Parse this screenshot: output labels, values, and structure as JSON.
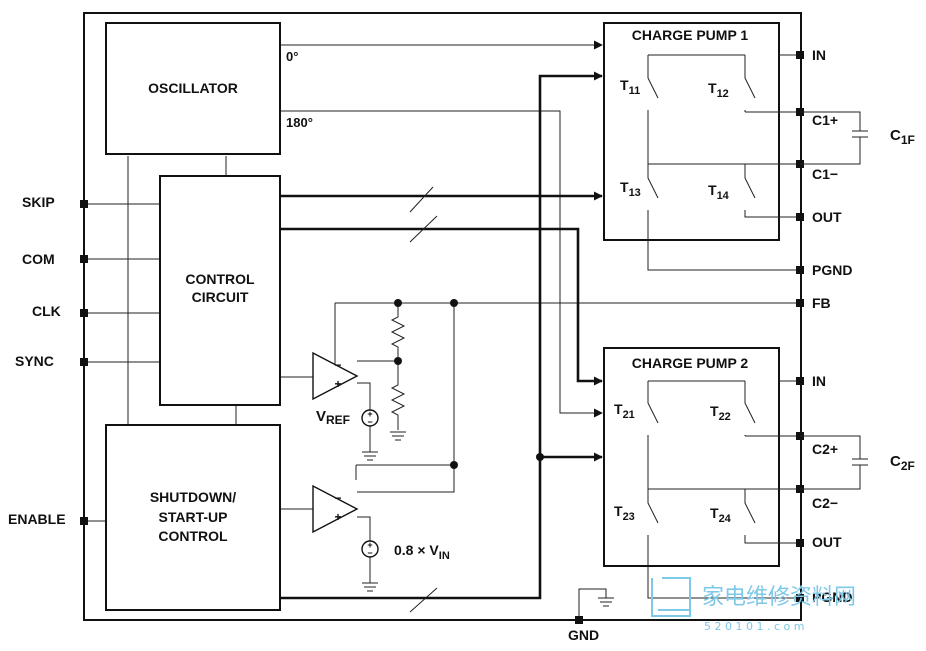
{
  "blocks": {
    "oscillator": "OSCILLATOR",
    "control_1": "CONTROL",
    "control_2": "CIRCUIT",
    "shutdown_1": "SHUTDOWN/",
    "shutdown_2": "START-UP",
    "shutdown_3": "CONTROL",
    "cp1": "CHARGE PUMP 1",
    "cp2": "CHARGE PUMP 2"
  },
  "phases": {
    "p0": "0°",
    "p180": "180°"
  },
  "pins_left": {
    "skip": "SKIP",
    "com": "COM",
    "clk": "CLK",
    "sync": "SYNC",
    "enable": "ENABLE"
  },
  "pins_right": {
    "in1": "IN",
    "c1p": "C1+",
    "c1m": "C1−",
    "out1": "OUT",
    "pgnd1": "PGND",
    "fb": "FB",
    "in2": "IN",
    "c2p": "C2+",
    "c2m": "C2−",
    "out2": "OUT",
    "pgnd2": "PGND",
    "gnd": "GND"
  },
  "caps": {
    "c1_main": "C",
    "c1_sub": "1F",
    "c2_main": "C",
    "c2_sub": "2F"
  },
  "switches": {
    "t11": {
      "main": "T",
      "sub": "11"
    },
    "t12": {
      "main": "T",
      "sub": "12"
    },
    "t13": {
      "main": "T",
      "sub": "13"
    },
    "t14": {
      "main": "T",
      "sub": "14"
    },
    "t21": {
      "main": "T",
      "sub": "21"
    },
    "t22": {
      "main": "T",
      "sub": "22"
    },
    "t23": {
      "main": "T",
      "sub": "23"
    },
    "t24": {
      "main": "T",
      "sub": "24"
    }
  },
  "sources": {
    "vref_main": "V",
    "vref_sub": "REF",
    "vin_pre": "0.8 × V",
    "vin_sub": "IN"
  },
  "comparator_signs": {
    "minus": "−",
    "plus": "+"
  },
  "watermark": {
    "cn": "家电维修资料网",
    "url": "5 2 0 1 0 1 . c o m"
  },
  "colors": {
    "line": "#222222",
    "watermark": "#7ec8e8"
  }
}
